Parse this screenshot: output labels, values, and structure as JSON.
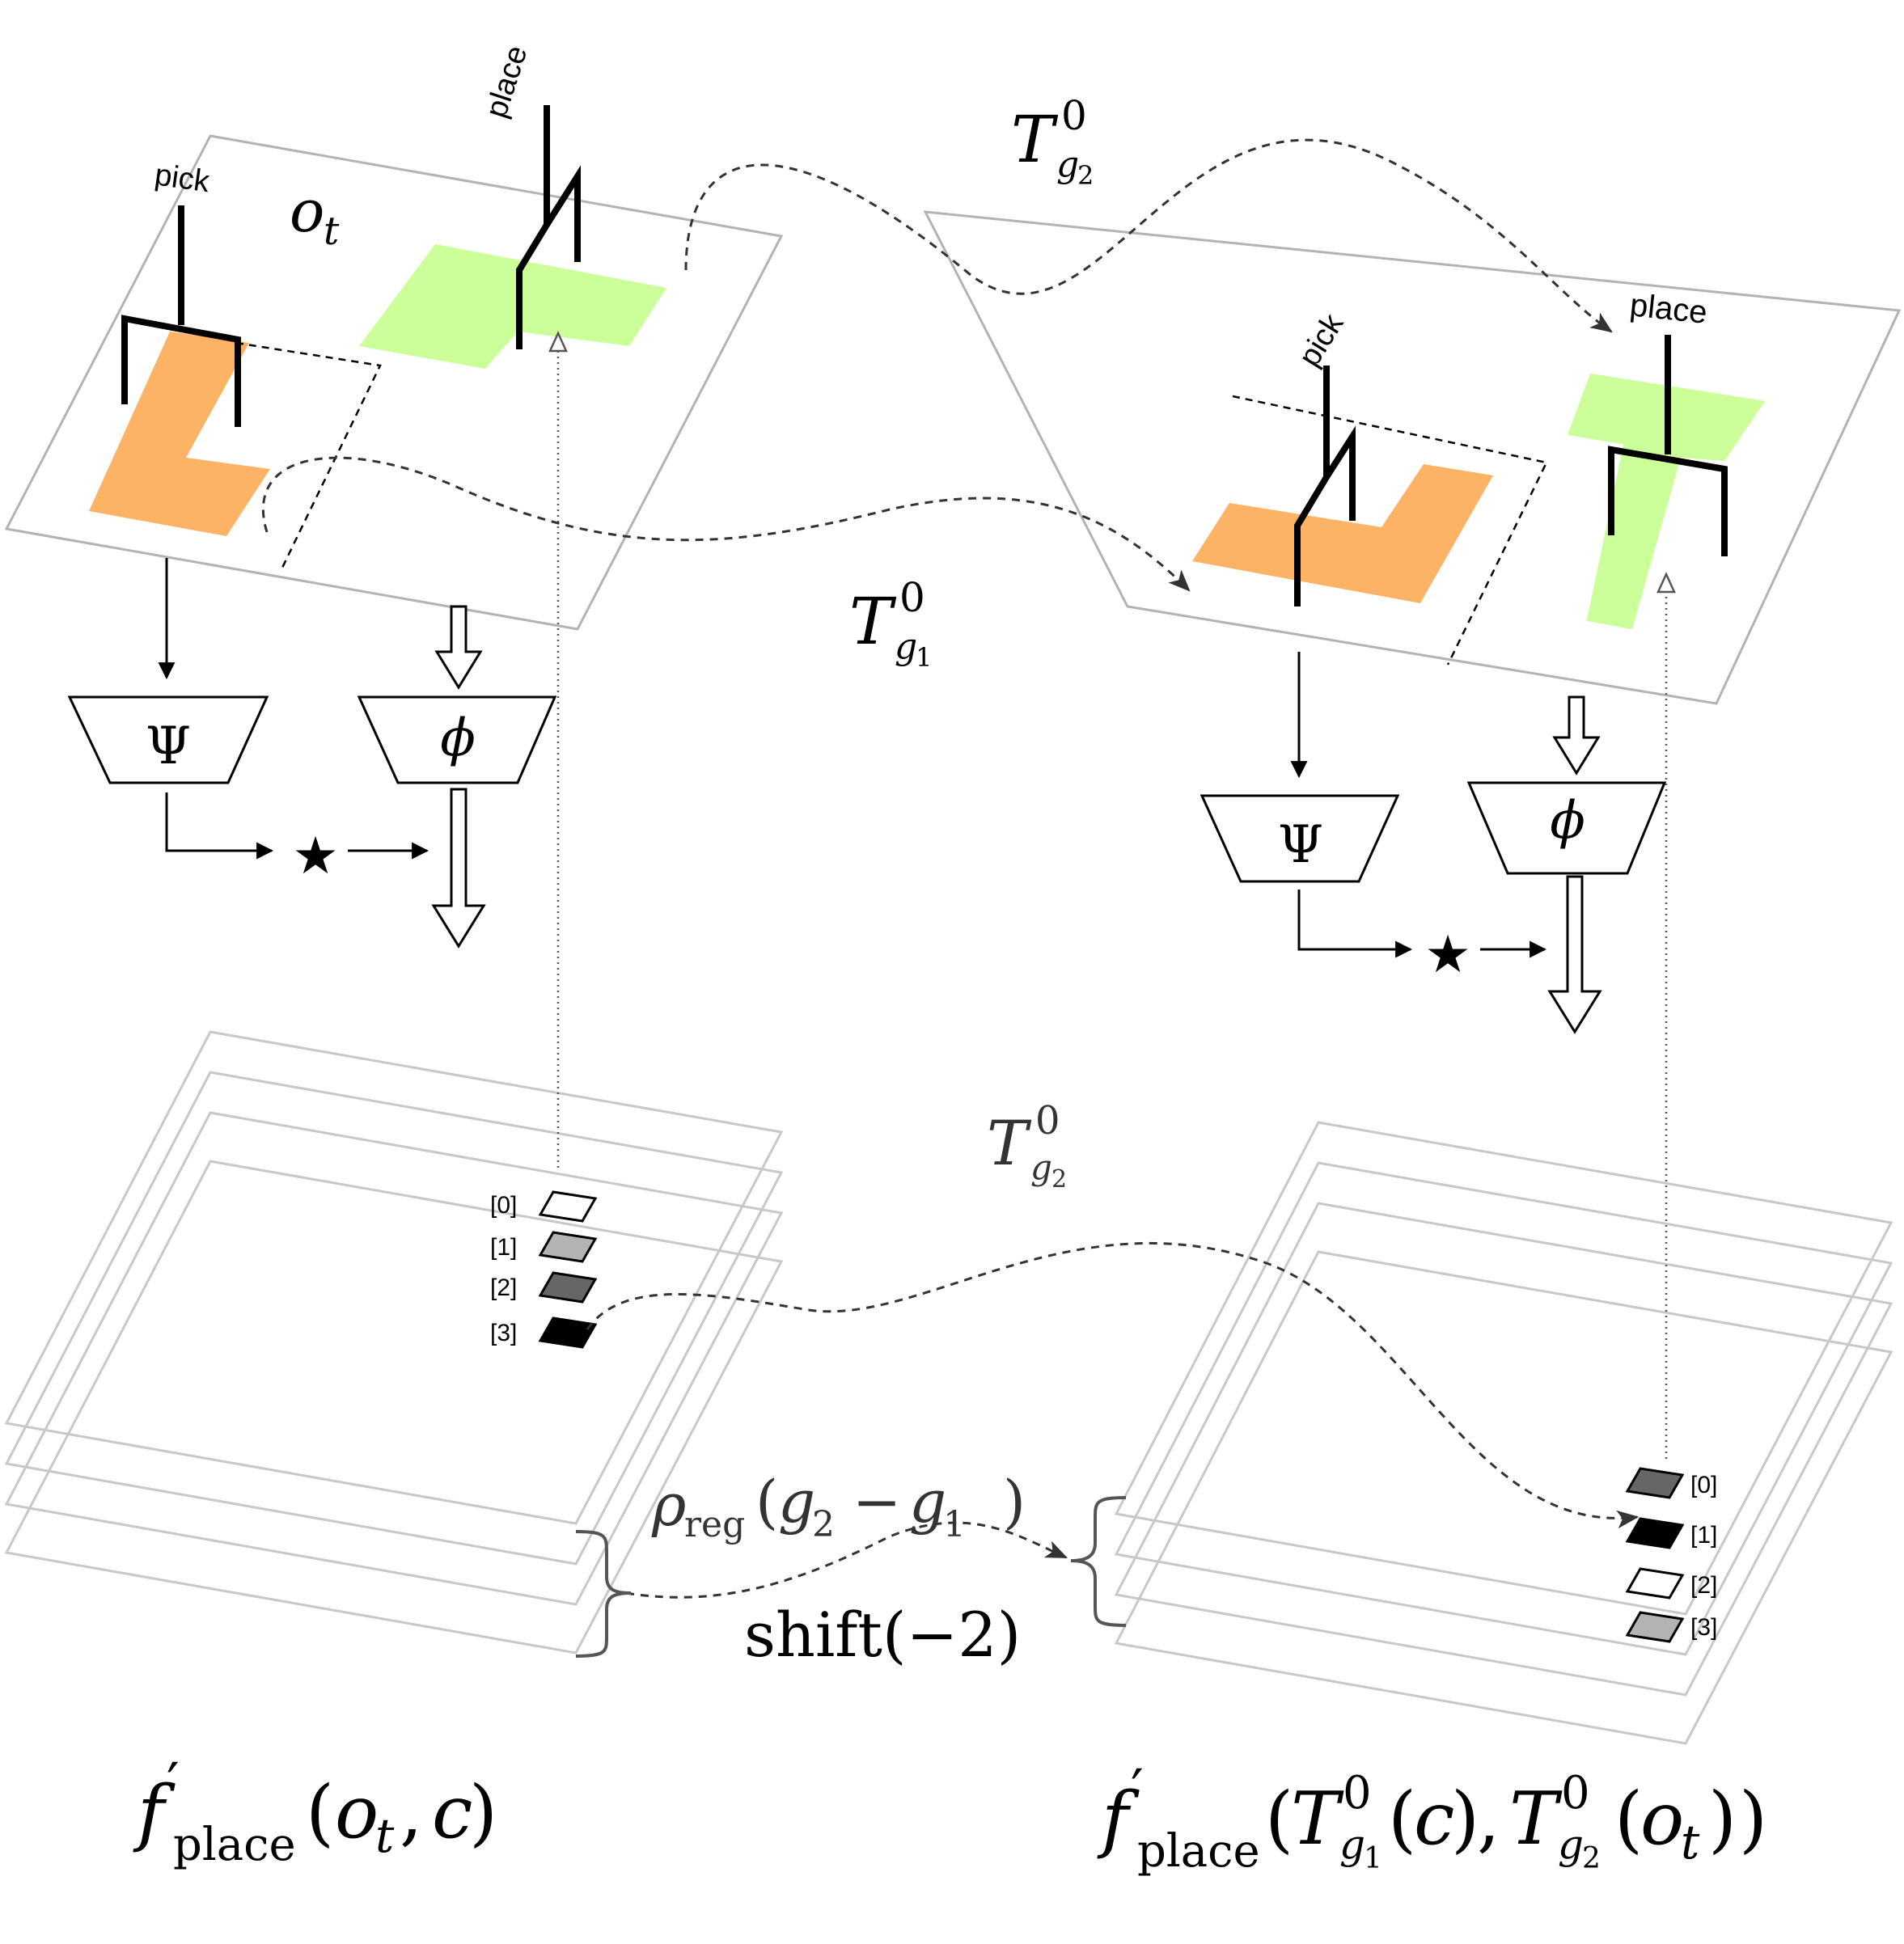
{
  "labels": {
    "pick_left": "pick",
    "place_left": "place",
    "pick_right": "pick",
    "place_right": "place",
    "obs_main": "o",
    "obs_sub": "t"
  },
  "networks": {
    "psi": "Ψ",
    "phi": "ϕ",
    "star": "★"
  },
  "transforms": {
    "T": "T",
    "sup": "0",
    "g1": "g",
    "g1_sub": "1",
    "g2": "g",
    "g2_sub": "2"
  },
  "channels": {
    "left": [
      "[0]",
      "[1]",
      "[2]",
      "[3]"
    ],
    "right": [
      "[0]",
      "[1]",
      "[2]",
      "[3]"
    ],
    "left_colors": [
      "#ffffff",
      "#b3b3b3",
      "#666666",
      "#000000"
    ],
    "right_colors": [
      "#666666",
      "#000000",
      "#ffffff",
      "#b3b3b3"
    ]
  },
  "rho": {
    "rho": "ρ",
    "reg": "reg",
    "arg_open": "(",
    "g2": "g",
    "g2_sub": "2",
    "minus": "−",
    "g1": "g",
    "g1_sub": "1",
    "arg_close": ")"
  },
  "shift": {
    "text": "shift(−2)"
  },
  "formula_left": {
    "f": "f",
    "prime": "′",
    "sub": "place",
    "open": "(",
    "o": "o",
    "o_sub": "t",
    "comma": ",",
    "c": "c",
    "close": ")"
  },
  "formula_right": {
    "f": "f",
    "prime": "′",
    "sub": "place",
    "open": "(",
    "T1": "T",
    "T1_sup": "0",
    "T1_g": "g",
    "T1_gsub": "1",
    "arg1_open": "(",
    "c": "c",
    "arg1_close": ")",
    "comma": ",",
    "T2": "T",
    "T2_sup": "0",
    "T2_g": "g",
    "T2_gsub": "2",
    "arg2_open": "(",
    "o": "o",
    "o_sub": "t",
    "arg2_close": ")",
    "close": ")"
  },
  "colors": {
    "orange": "#fdb366",
    "green": "#ccff99",
    "plane": "#b3b3b3"
  }
}
